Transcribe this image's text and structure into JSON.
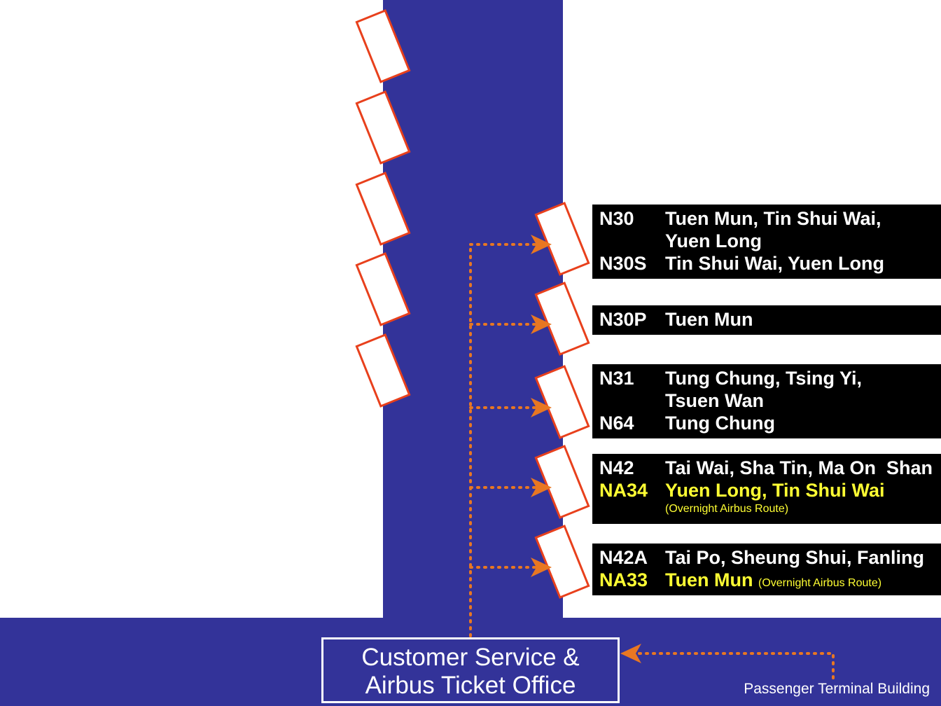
{
  "colors": {
    "road": "#333399",
    "board_bg": "#000000",
    "board_text": "#ffffff",
    "airbus_text": "#ffff33",
    "bay_stroke": "#e8401c",
    "path": "#e87722"
  },
  "boards": [
    {
      "rows": [
        {
          "code": "N30",
          "dest": "Tuen Mun, Tin Shui Wai,"
        },
        {
          "code": "",
          "dest": "Yuen Long"
        },
        {
          "code": "N30S",
          "dest": "Tin Shui Wai, Yuen Long"
        }
      ]
    },
    {
      "rows": [
        {
          "code": "N30P",
          "dest": "Tuen Mun"
        }
      ]
    },
    {
      "rows": [
        {
          "code": "N31",
          "dest": "Tung Chung, Tsing Yi,"
        },
        {
          "code": "",
          "dest": "Tsuen Wan"
        },
        {
          "code": "N64",
          "dest": "Tung Chung"
        }
      ]
    },
    {
      "rows": [
        {
          "code": "N42",
          "dest": "Tai Wai, Sha Tin, Ma On  Shan"
        },
        {
          "code": "NA34",
          "dest": "Yuen Long, Tin Shui Wai"
        }
      ],
      "note": "(Overnight Airbus Route)"
    },
    {
      "rows": [
        {
          "code": "N42A",
          "dest": "Tai Po, Sheung Shui, Fanling"
        },
        {
          "code": "NA33",
          "dest": "Tuen Mun",
          "note": "(Overnight Airbus Route)"
        }
      ]
    }
  ],
  "ticket_office": {
    "line1": "Customer Service &",
    "line2": "Airbus Ticket Office"
  },
  "terminal_label": "Passenger Terminal Building",
  "bay_icon": "bus-bay-icon",
  "arrow_icon": "arrow-right-icon"
}
